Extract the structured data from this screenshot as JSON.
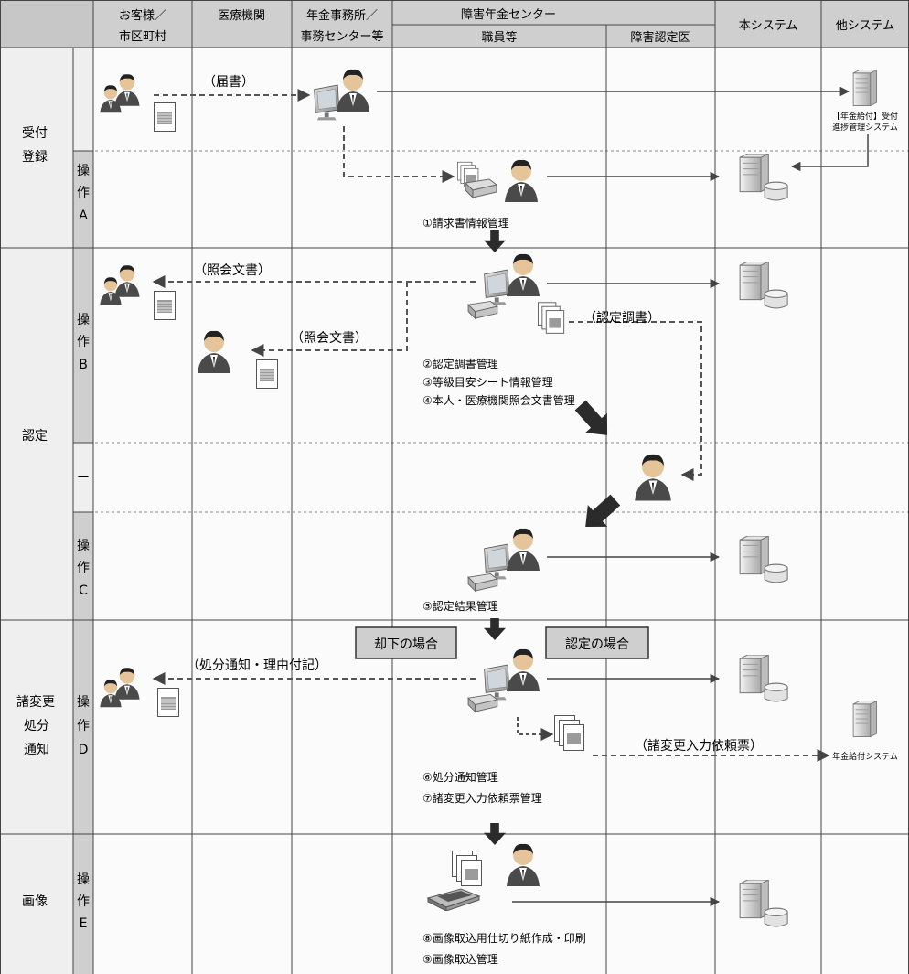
{
  "header": {
    "col1": [
      "お客様／",
      "市区町村"
    ],
    "col2": "医療機関",
    "col3": [
      "年金事務所／",
      "事務センター等"
    ],
    "center_group": "障害年金センター",
    "center_sub1": "職員等",
    "center_sub2": "障害認定医",
    "col_system": "本システム",
    "col_other": "他システム"
  },
  "phases": [
    {
      "label": [
        "受付",
        "登録"
      ]
    },
    {
      "label": [
        "認定"
      ]
    },
    {
      "label": [
        "諸変更",
        "処分",
        "通知"
      ]
    },
    {
      "label": [
        "画像"
      ]
    }
  ],
  "ops": [
    {
      "chars": [
        "操",
        "作",
        "A"
      ]
    },
    {
      "chars": [
        "操",
        "作",
        "B"
      ]
    },
    {
      "chars": [
        "ー"
      ]
    },
    {
      "chars": [
        "操",
        "作",
        "C"
      ]
    },
    {
      "chars": [
        "操",
        "作",
        "D"
      ]
    },
    {
      "chars": [
        "操",
        "作",
        "E"
      ]
    }
  ],
  "flow_labels": {
    "todoke": "（届書）",
    "shokai1": "（照会文書）",
    "shokai2": "（照会文書）",
    "nintei_chosho": "（認定調書）",
    "shobun": "（処分通知・理由付記）",
    "shohenkou": "（諸変更入力依頼票）"
  },
  "decision_boxes": {
    "reject": "却下の場合",
    "approve": "認定の場合"
  },
  "other_systems": {
    "uketsuke": [
      "【年金給付】受付",
      "進捗管理システム"
    ],
    "kyufu": "年金給付システム"
  },
  "steps": {
    "s1": "①請求書情報管理",
    "s2": "②認定調書管理",
    "s3": "③等級目安シート情報管理",
    "s4": "④本人・医療機関照会文書管理",
    "s5": "⑤認定結果管理",
    "s6": "⑥処分通知管理",
    "s7": "⑦諸変更入力依頼票管理",
    "s8": "⑧画像取込用仕切り紙作成・印刷",
    "s9": "⑨画像取込管理"
  }
}
